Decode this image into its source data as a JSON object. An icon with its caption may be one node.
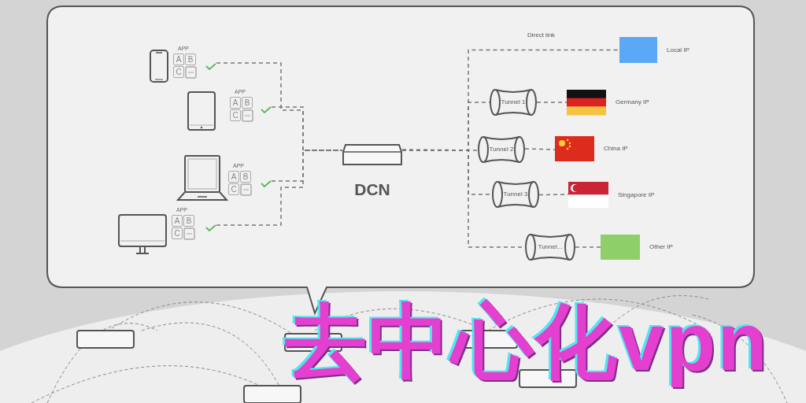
{
  "diagram": {
    "title": "去中心化vpn",
    "nodes": [
      {
        "text": [],
        "shape": "picture"
      },
      {
        "text": [
          "APP",
          "A",
          "B",
          "C"
        ]
      },
      {
        "text": [],
        "shape": "picture"
      },
      {
        "text": [
          "APP",
          "A",
          "B",
          "C"
        ]
      },
      {
        "text": [],
        "shape": "picture"
      },
      {
        "text": [
          "APP",
          "A",
          "B",
          "C"
        ]
      },
      {
        "text": [],
        "shape": "picture"
      },
      {
        "text": [
          "APP",
          "A",
          "B",
          "C"
        ]
      },
      {
        "text": [
          "DCN"
        ]
      },
      {
        "text": [],
        "shape": "box",
        "beside": [
          "Local IP"
        ]
      },
      {
        "text": [
          "Tunnel 1"
        ]
      },
      {
        "text": [],
        "shape": "picture",
        "beside": [
          "Germany IP"
        ]
      },
      {
        "text": [
          "Tunnel 2"
        ]
      },
      {
        "text": [],
        "shape": "picture",
        "beside": [
          "China IP"
        ]
      },
      {
        "text": [
          "Tunnel 3"
        ]
      },
      {
        "text": [],
        "shape": "picture",
        "beside": [
          "Singapore IP"
        ]
      },
      {
        "text": [
          "Tunnel..."
        ]
      },
      {
        "text": [],
        "shape": "box",
        "beside": [
          "Other IP"
        ]
      }
    ],
    "edges": [
      {
        "from": 1,
        "to": 8,
        "arrow": "none",
        "style": "dashed"
      },
      {
        "from": 3,
        "to": 8,
        "arrow": "none",
        "style": "dashed"
      },
      {
        "from": 5,
        "to": 8,
        "arrow": "none",
        "style": "dashed"
      },
      {
        "from": 7,
        "to": 8,
        "arrow": "none",
        "style": "dashed"
      },
      {
        "from": 8,
        "to": 9,
        "arrow": "none",
        "style": "dashed",
        "label": "Direct link"
      },
      {
        "from": 8,
        "to": 10,
        "arrow": "none",
        "style": "dashed"
      },
      {
        "from": 8,
        "to": 12,
        "arrow": "none",
        "style": "dashed"
      },
      {
        "from": 8,
        "to": 14,
        "arrow": "none",
        "style": "dashed"
      },
      {
        "from": 8,
        "to": 16,
        "arrow": "none",
        "style": "dashed"
      },
      {
        "from": 10,
        "to": 11,
        "arrow": "none",
        "style": "dashed"
      },
      {
        "from": 12,
        "to": 13,
        "arrow": "none",
        "style": "dashed"
      },
      {
        "from": 14,
        "to": 15,
        "arrow": "none",
        "style": "dashed"
      },
      {
        "from": 16,
        "to": 17,
        "arrow": "none",
        "style": "dashed"
      }
    ]
  }
}
